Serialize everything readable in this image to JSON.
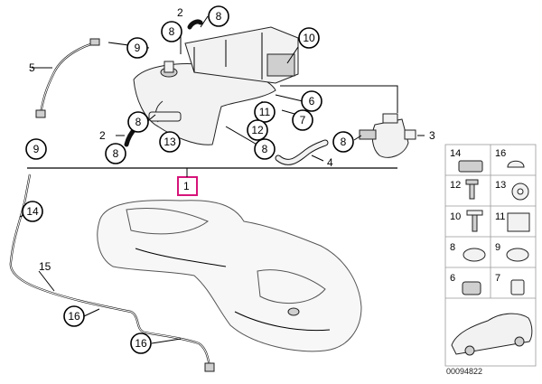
{
  "callouts": {
    "c1": "1",
    "c2a": "2",
    "c2b": "2",
    "c3": "3",
    "c4": "4",
    "c5": "5",
    "c6": "6",
    "c7": "7",
    "c8a": "8",
    "c8b": "8",
    "c8c": "8",
    "c8d": "8",
    "c8e": "8",
    "c9a": "9",
    "c9b": "9",
    "c10": "10",
    "c11": "11",
    "c12": "12",
    "c13": "13",
    "c14": "14",
    "c15": "15",
    "c16a": "16",
    "c16b": "16"
  },
  "legend": {
    "items": [
      "14",
      "16",
      "12",
      "13",
      "10",
      "11",
      "8",
      "9",
      "6",
      "7"
    ]
  },
  "reference_number": "00094822",
  "highlight_color": "#d6147a"
}
